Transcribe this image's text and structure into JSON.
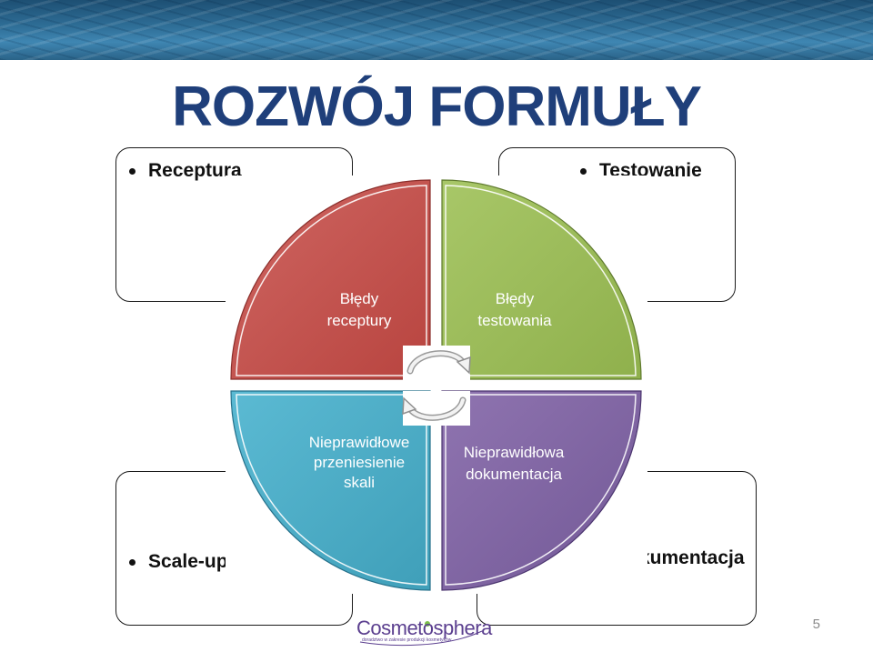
{
  "title": "ROZWÓJ FORMUŁY",
  "corner_boxes": {
    "top_left": "Receptura",
    "top_right": "Testowanie",
    "bottom_left": "Scale-up",
    "bottom_right": "Dokumentacja"
  },
  "quadrants": {
    "top_left": {
      "line1": "Błędy",
      "line2": "receptury",
      "color": "#c0504d"
    },
    "top_right": {
      "line1": "Błędy",
      "line2": "testowania",
      "color": "#9bbb59"
    },
    "bottom_left": {
      "line1": "Nieprawidłowe",
      "line2": "przeniesienie",
      "line3": "skali",
      "color": "#4bacc6"
    },
    "bottom_right": {
      "line1": "Nieprawidłowa",
      "line2": "dokumentacja",
      "color": "#8064a2"
    }
  },
  "logo": {
    "name": "Cosmetosphera",
    "tagline": "doradztwo w zakresie produkcji kosmetyków"
  },
  "slide_number": "5"
}
